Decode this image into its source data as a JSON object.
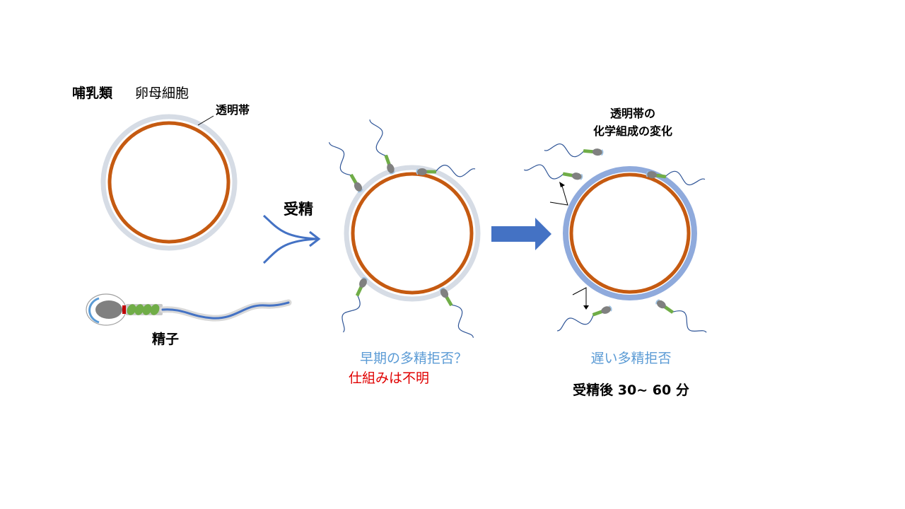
{
  "labels": {
    "title_mammal": "哺乳類",
    "title_oocyte": "卵母細胞",
    "zona": "透明帯",
    "sperm": "精子",
    "fertilization": "受精",
    "early_block": "早期の多精拒否？",
    "mechanism_unknown": "仕組みは不明",
    "zona_change_line1": "透明帯の",
    "zona_change_line2": "化学組成の変化",
    "slow_block": "遅い多精拒否",
    "time_after": "受精後 30~ 60 分"
  },
  "colors": {
    "oocyte_membrane": "#c55a11",
    "zona_normal": "#d6dce5",
    "zona_modified": "#8faadc",
    "arrow_blue": "#4472c4",
    "sperm_tail": "#2f5597",
    "sperm_midpiece": "#70ad47",
    "sperm_head": "#808080",
    "label_blue": "#5b9bd5",
    "label_red": "#e00000",
    "text_dark": "#000000"
  }
}
